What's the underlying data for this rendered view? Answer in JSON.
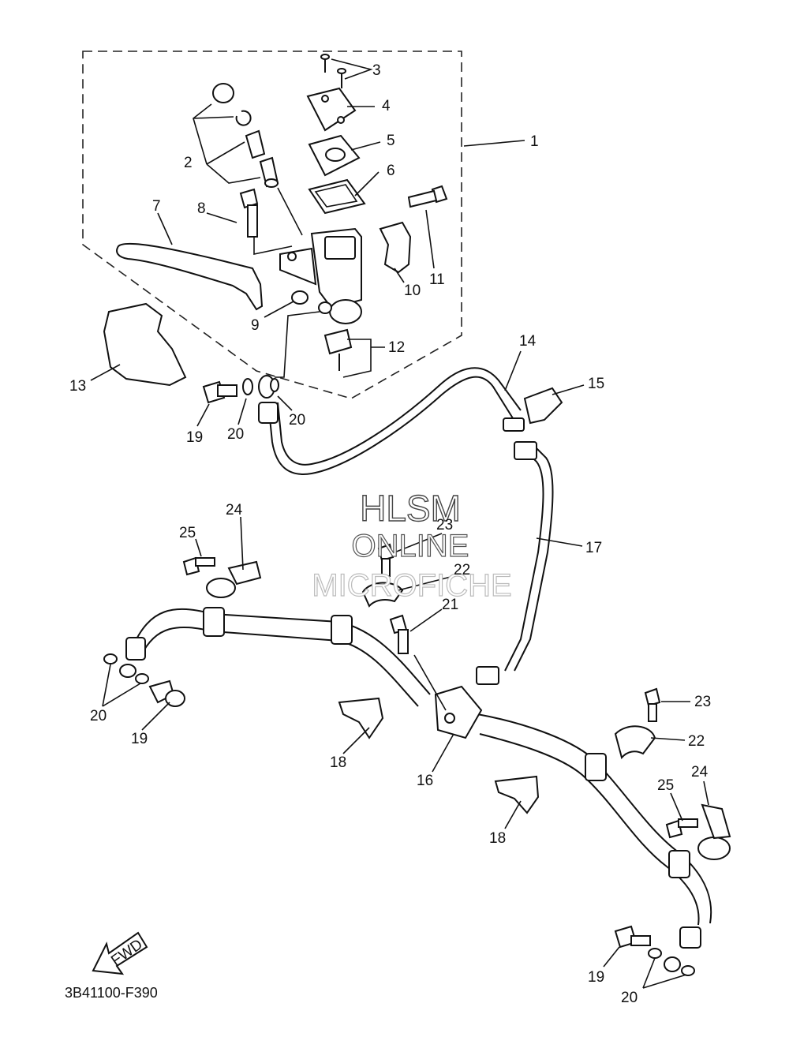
{
  "diagram": {
    "code": "3B41100-F390",
    "fwd_label": "FWD",
    "watermark": {
      "line1": "HLSM",
      "line2": "ONLINE",
      "line3": "MICROFICHE"
    },
    "labels": {
      "l1": "1",
      "l2": "2",
      "l3": "3",
      "l4": "4",
      "l5": "5",
      "l6": "6",
      "l7": "7",
      "l8": "8",
      "l9": "9",
      "l10": "10",
      "l11": "11",
      "l12": "12",
      "l13": "13",
      "l14": "14",
      "l15": "15",
      "l16": "16",
      "l17": "17",
      "l18a": "18",
      "l18b": "18",
      "l19a": "19",
      "l19b": "19",
      "l19c": "19",
      "l20a": "20",
      "l20b": "20",
      "l20c": "20",
      "l20d": "20",
      "l21": "21",
      "l22a": "22",
      "l22b": "22",
      "l23a": "23",
      "l23b": "23",
      "l24a": "24",
      "l24b": "24",
      "l25a": "25",
      "l25b": "25"
    }
  }
}
